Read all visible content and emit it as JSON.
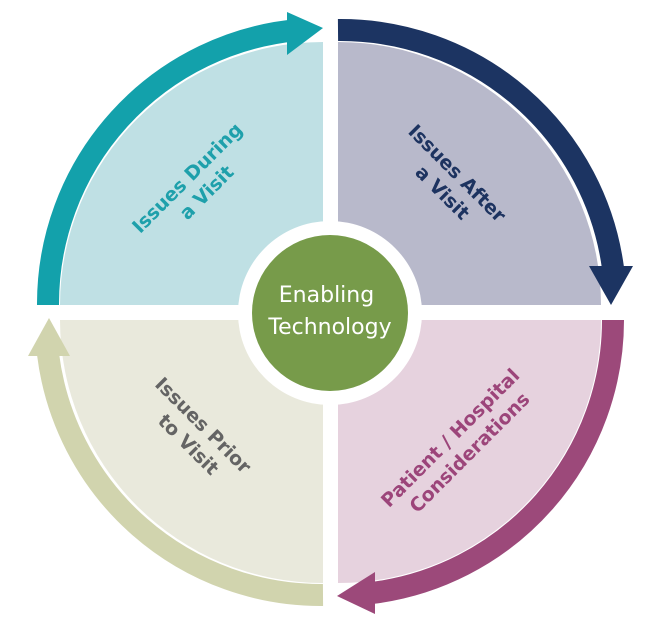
{
  "center": {
    "line1": "Enabling",
    "line2": "Technology",
    "color": "#779b4a"
  },
  "quadrants": {
    "top_left": {
      "line1": "Issues During",
      "line2": "a Visit",
      "fill": "#bfe0e4",
      "arrow_color": "#13a1ab",
      "text_color": "#1ea0ab"
    },
    "top_right": {
      "line1": "Issues After",
      "line2": "a Visit",
      "fill": "#b8b9cb",
      "arrow_color": "#1c3462",
      "text_color": "#1d3360"
    },
    "bottom_right": {
      "line1": "Patient / Hospital",
      "line2": "Considerations",
      "fill": "#e6d2de",
      "arrow_color": "#9c497a",
      "text_color": "#9c457a"
    },
    "bottom_left": {
      "line1": "Issues Prior",
      "line2": "to Visit",
      "fill": "#e9e9dc",
      "arrow_color": "#d1d4ae",
      "text_color": "#646464"
    }
  }
}
